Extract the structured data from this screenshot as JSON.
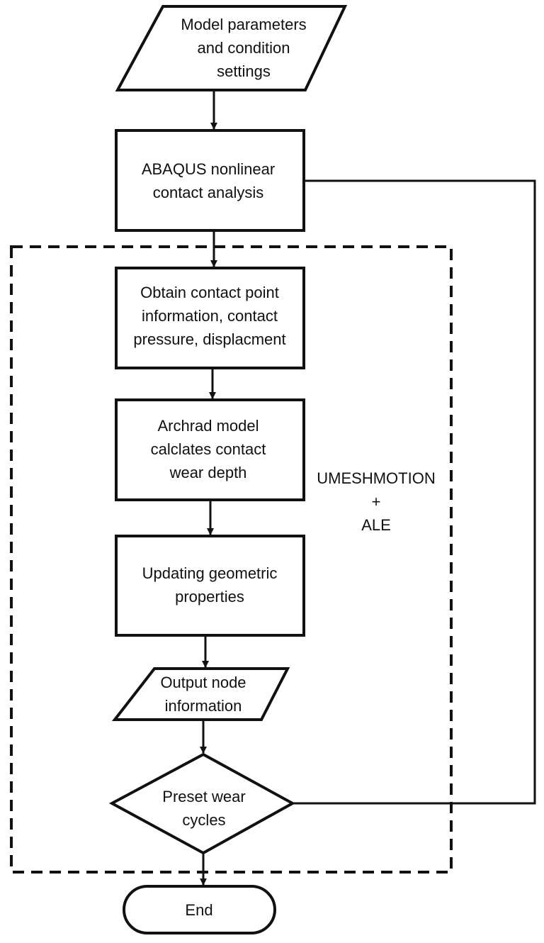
{
  "nodes": {
    "params": [
      "Model parameters",
      "and condition",
      "settings"
    ],
    "abaqus": [
      "ABAQUS nonlinear",
      "contact analysis"
    ],
    "obtain": [
      "Obtain contact point",
      "information, contact",
      "pressure, displacment"
    ],
    "archrad": [
      "Archrad model",
      "calclates contact",
      "wear depth"
    ],
    "update": [
      "Updating geometric",
      "properties"
    ],
    "output": [
      "Output node",
      "information"
    ],
    "preset": [
      "Preset wear",
      "cycles"
    ],
    "end": [
      "End"
    ]
  },
  "region_label": [
    "UMESHMOTION",
    "+",
    "ALE"
  ]
}
